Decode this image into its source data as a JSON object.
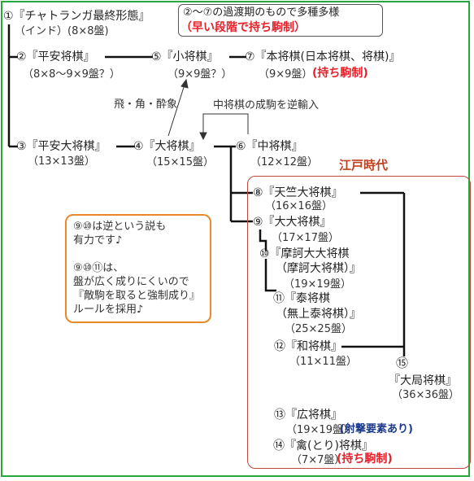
{
  "nodes": {
    "n1": {
      "name": "①『チャトランガ最終形態』",
      "sub": "（インド）(8×8盤)"
    },
    "n2": {
      "name": "②『平安将棋』",
      "sub": "（8×8～9×9盤？）"
    },
    "n3": {
      "name": "③『平安大将棋』",
      "sub": "（13×13盤）"
    },
    "n4": {
      "name": "④『大将棋』",
      "sub": "（15×15盤）"
    },
    "n5": {
      "name": "⑤『小将棋』",
      "sub": "（9×9盤？）"
    },
    "n6": {
      "name": "⑥『中将棋』",
      "sub": "（12×12盤）"
    },
    "n7": {
      "name": "⑦『本将棋(日本将棋、将棋)』",
      "sub": "（9×9盤）",
      "note": "(持ち駒制)"
    },
    "n8": {
      "name": "⑧『天竺大将棋』",
      "sub": "（16×16盤）"
    },
    "n9": {
      "name": "⑨『大大将棋』",
      "sub": "（17×17盤）"
    },
    "n10": {
      "name": "⑩『摩訶大大将棋",
      "name2": "（摩訶大将棋）』",
      "sub": "（19×19盤）"
    },
    "n11": {
      "name": "⑪『泰将棋",
      "name2": "（無上泰将棋）』",
      "sub": "（25×25盤）"
    },
    "n12": {
      "name": "⑫『和将棋』",
      "sub": "（11×11盤）"
    },
    "n13": {
      "name": "⑬『広将棋』",
      "sub": "（19×19盤）",
      "note": "(射撃要素あり)"
    },
    "n14": {
      "name": "⑭『禽(とり)将棋』",
      "sub": "（7×7盤）",
      "note": "(持ち駒制)"
    },
    "n15": {
      "marker": "⑮",
      "name": "『大局将棋』",
      "sub": "（36×36盤）"
    }
  },
  "callout": {
    "line1": "②～⑦の過渡期のもので多種多様",
    "line2": "（早い段階で持ち駒制）"
  },
  "labels": {
    "removed_pieces": "飛・角・酔象",
    "reverse_import": "中将棋の成駒を逆輸入",
    "edo_period": "江戸時代"
  },
  "note_box": {
    "para1_line1": "⑨⑩は逆という説も",
    "para1_line2": "有力です♪",
    "para2_line1": "⑨⑩⑪は、",
    "para2_line2": "盤が広く成りにくいので",
    "para2_line3": "『敵駒を取ると強制成り』",
    "para2_line4": "ルールを採用♪"
  },
  "colors": {
    "frame": "#27a83a",
    "red_text": "#e8202a",
    "blue_text": "#1b3a8c",
    "edo_label": "#c2401e",
    "note_border": "#e8892a",
    "edo_border": "#c0473c"
  }
}
